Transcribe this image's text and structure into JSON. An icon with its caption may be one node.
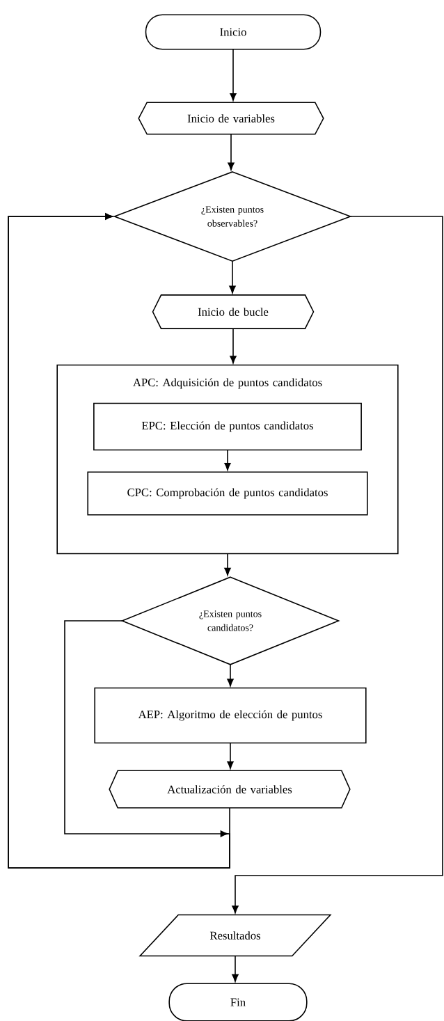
{
  "diagram": {
    "nodes": [
      {
        "text": [
          "Inicio"
        ]
      },
      {
        "text": [
          "Inicio de variables"
        ]
      },
      {
        "text": [
          "¿Existen puntos observables?"
        ]
      },
      {
        "text": [
          "Inicio de bucle"
        ]
      },
      {
        "text": [
          "APC: Adquisición de puntos candidatos"
        ]
      },
      {
        "text": [
          "EPC: Elección de puntos candidatos"
        ],
        "in": 4
      },
      {
        "text": [
          "CPC: Comprobación de puntos candidatos"
        ],
        "in": 4
      },
      {
        "text": [
          "¿Existen puntos candidatos?"
        ]
      },
      {
        "text": [
          "AEP: Algoritmo de elección de puntos"
        ]
      },
      {
        "text": [
          "Actualización de variables"
        ]
      },
      {
        "text": [
          "Resultados"
        ]
      },
      {
        "text": [
          "Fin"
        ]
      }
    ],
    "edges": [
      {
        "from": 0,
        "to": 1,
        "arrow": "to"
      },
      {
        "from": 1,
        "to": 2,
        "arrow": "to"
      },
      {
        "from": 2,
        "to": 3,
        "arrow": "to"
      },
      {
        "from": 3,
        "to": 4,
        "arrow": "to"
      },
      {
        "from": 5,
        "to": 6,
        "arrow": "to"
      },
      {
        "from": 4,
        "to": 7,
        "arrow": "to"
      },
      {
        "from": 7,
        "to": 8,
        "arrow": "to"
      },
      {
        "from": 8,
        "to": 9,
        "arrow": "to"
      },
      {
        "from": 9,
        "to": 2,
        "arrow": "to"
      },
      {
        "from": 7,
        "to": 2,
        "arrow": "to"
      },
      {
        "from": 2,
        "to": 10,
        "arrow": "to"
      },
      {
        "from": 10,
        "to": 11,
        "arrow": "to"
      }
    ]
  }
}
